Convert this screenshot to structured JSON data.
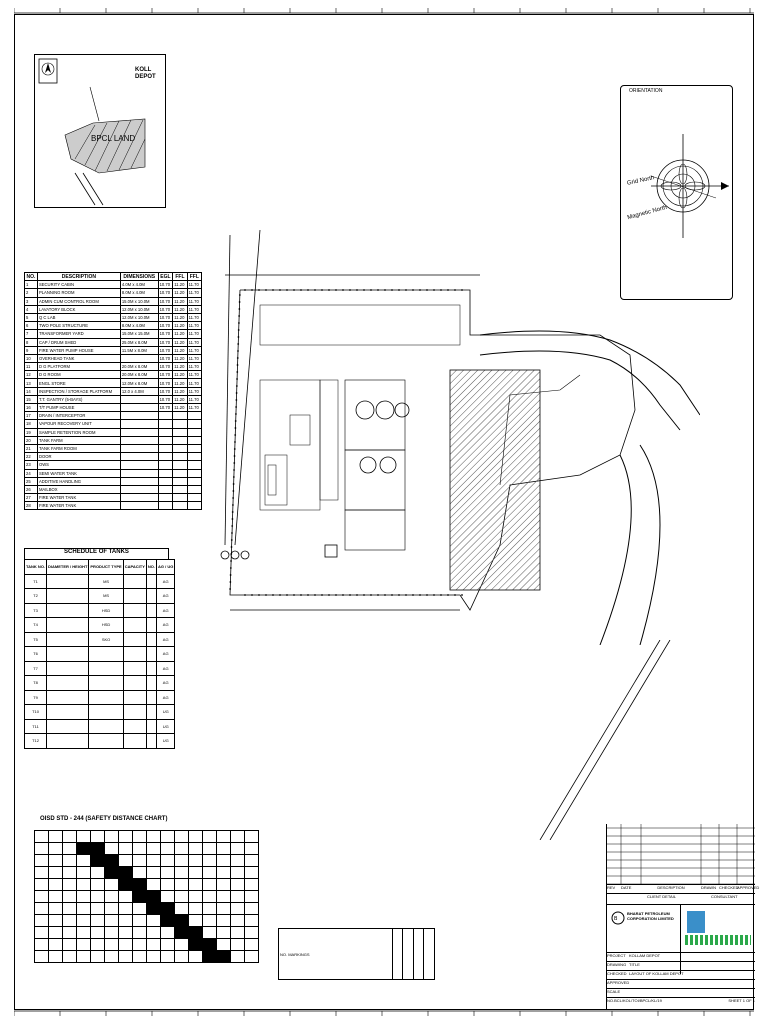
{
  "key_map": {
    "title": "KOLL DEPOT",
    "land_label": "BPCL LAND"
  },
  "orientation": {
    "title": "ORIENTATION",
    "grid_north": "Grid North",
    "magnetic_north": "Magnetic North"
  },
  "building_table": {
    "headers": [
      "NO.",
      "DESCRIPTION",
      "DIMENSIONS",
      "EGL",
      "FFL",
      "FFL"
    ],
    "rows": [
      [
        "1",
        "SECURITY CABIN",
        "4.0M x 4.0M",
        "10.70",
        "11.20",
        "11.70"
      ],
      [
        "2",
        "PLANNING ROOM",
        "8.0M x 4.0M",
        "10.70",
        "11.20",
        "11.70"
      ],
      [
        "3",
        "ADMIN CUM CONTROL ROOM",
        "15.0M x 10.0M",
        "10.70",
        "11.20",
        "11.70"
      ],
      [
        "4",
        "LAVATORY BLOCK",
        "12.0M x 10.0M",
        "10.70",
        "11.20",
        "11.70"
      ],
      [
        "5",
        "Q C LAB",
        "12.0M x 10.0M",
        "10.70",
        "11.20",
        "11.70"
      ],
      [
        "6",
        "TWO POLE STRUCTURE",
        "8.0M x 4.0M",
        "10.70",
        "11.20",
        "11.70"
      ],
      [
        "7",
        "TRANSFORMER YARD",
        "15.0M x 15.0M",
        "10.70",
        "11.20",
        "11.70"
      ],
      [
        "8",
        "CAP / DRUM SHED",
        "25.0M x 8.0M",
        "10.70",
        "11.20",
        "11.70"
      ],
      [
        "9",
        "FIRE WATER PUMP HOUSE",
        "11.5M x 8.0M",
        "10.70",
        "11.20",
        "11.70"
      ],
      [
        "10",
        "OVERHEAD TANK",
        "",
        "10.70",
        "11.20",
        "11.70"
      ],
      [
        "11",
        "D G PLATFORM",
        "20.0M x 8.0M",
        "10.70",
        "11.20",
        "11.70"
      ],
      [
        "12",
        "D G ROOM",
        "20.0M x 8.0M",
        "10.70",
        "11.20",
        "11.70"
      ],
      [
        "13",
        "ENGL STORE",
        "12.0M x 8.0M",
        "10.70",
        "11.20",
        "11.70"
      ],
      [
        "14",
        "INSPECTION / STORAGE PLATFORM",
        "12.0 x 4.0M",
        "10.70",
        "11.20",
        "11.70"
      ],
      [
        "15",
        "T.T. GANTRY (5-BAYS)",
        "",
        "10.70",
        "11.20",
        "11.70"
      ],
      [
        "16",
        "T/T PUMP HOUSE",
        "",
        "10.70",
        "11.20",
        "11.70"
      ],
      [
        "17",
        "DRAIN / INTERCEPTOR",
        "",
        "",
        "",
        ""
      ],
      [
        "18",
        "VAPOUR RECOVERY UNIT",
        "",
        "",
        "",
        ""
      ],
      [
        "19",
        "SAMPLE RETENTION ROOM",
        "",
        "",
        "",
        ""
      ],
      [
        "20",
        "TANK FARM",
        "",
        "",
        "",
        ""
      ],
      [
        "21",
        "TANK FARM ROOM",
        "",
        "",
        "",
        ""
      ],
      [
        "22",
        "DOOR",
        "",
        "",
        "",
        ""
      ],
      [
        "23",
        "OWS",
        "",
        "",
        "",
        ""
      ],
      [
        "24",
        "SEMI WATER TANK",
        "",
        "",
        "",
        ""
      ],
      [
        "25",
        "ADDITIVE HANDLING",
        "",
        "",
        "",
        ""
      ],
      [
        "26",
        "MAILBOX",
        "",
        "",
        "",
        ""
      ],
      [
        "27",
        "FIRE WATER TANK",
        "",
        "",
        "",
        ""
      ],
      [
        "28",
        "FIRE WATER TANK",
        "",
        "",
        "",
        ""
      ]
    ]
  },
  "tank_schedule": {
    "title": "SCHEDULE OF TANKS",
    "headers": [
      "TANK NO.",
      "DIAMETER / HEIGHT",
      "PRODUCT TYPE",
      "CAPACITY",
      "NO.",
      "AG / UG"
    ],
    "rows": [
      [
        "T1",
        "",
        "MS",
        "",
        "",
        "AG"
      ],
      [
        "T2",
        "",
        "MS",
        "",
        "",
        "AG"
      ],
      [
        "T3",
        "",
        "HSD",
        "",
        "",
        "AG"
      ],
      [
        "T4",
        "",
        "HSD",
        "",
        "",
        "AG"
      ],
      [
        "T5",
        "",
        "SKO",
        "",
        "",
        "AG"
      ],
      [
        "T6",
        "",
        "",
        "",
        "",
        "AG"
      ],
      [
        "T7",
        "",
        "",
        "",
        "",
        "AG"
      ],
      [
        "T8",
        "",
        "",
        "",
        "",
        "AG"
      ],
      [
        "T9",
        "",
        "",
        "",
        "",
        "AG"
      ],
      [
        "T10",
        "",
        "",
        "",
        "",
        "UG"
      ],
      [
        "T11",
        "",
        "",
        "",
        "",
        "UG"
      ],
      [
        "T12",
        "",
        "",
        "",
        "",
        "UG"
      ]
    ]
  },
  "safety_chart": {
    "title": "OISD STD - 244 (SAFETY DISTANCE CHART)"
  },
  "title_block": {
    "rev_headers": [
      "REV",
      "DATE",
      "DESCRIPTION",
      "DRAWN",
      "CHECKED",
      "APPROVED"
    ],
    "client": "CLIENT DETAIL",
    "consultant": "CONSULTANT",
    "company_name": "BHARAT PETROLEUM CORPORATION LIMITED",
    "project_label": "PROJECT",
    "project": "KOLLAM DEPOT",
    "drawing_label": "DRAWING",
    "title_label": "TITLE",
    "title": "LAYOUT OF KOLLAM DEPOT",
    "checked_label": "CHECKED",
    "approved_label": "APPROVED",
    "scale_label": "SCALE",
    "drawing_no": "NO.BCL/KOL/TOI/BPCL/KL/19",
    "sheet": "SHEET 1 OF 1"
  },
  "legend_table": {
    "cells": [
      "NO. MARKINGS",
      "",
      "",
      "",
      ""
    ]
  }
}
